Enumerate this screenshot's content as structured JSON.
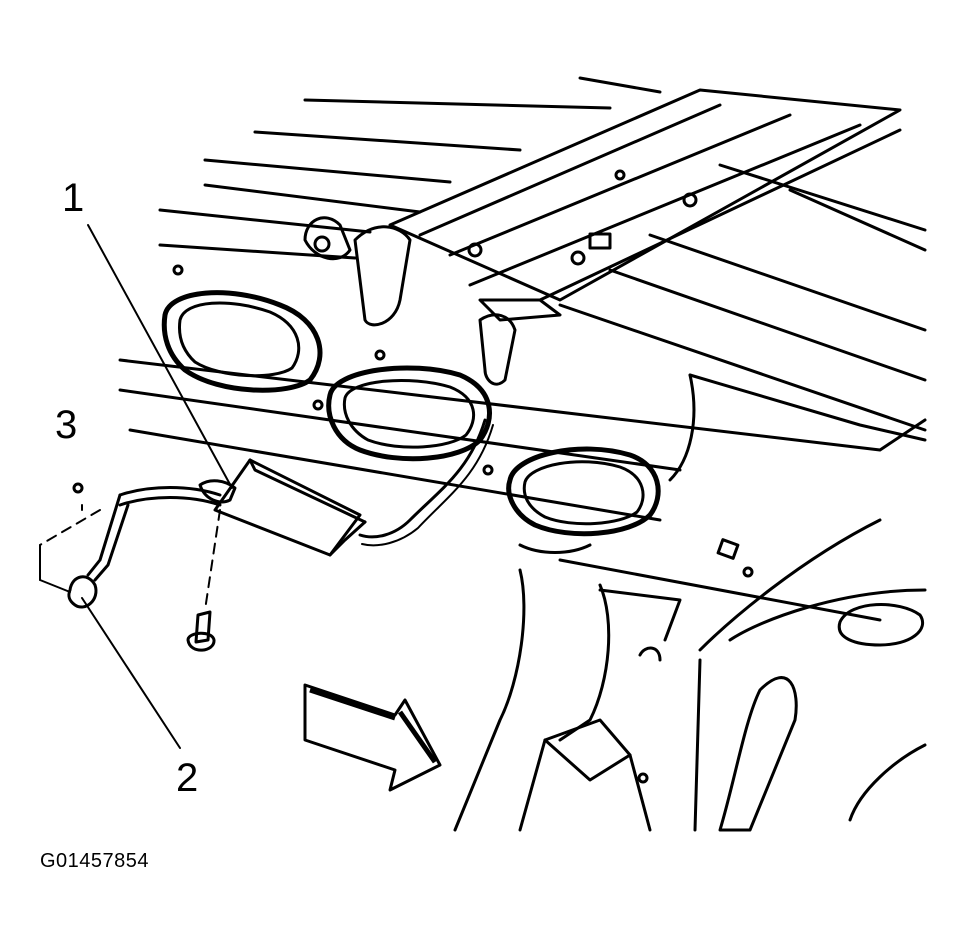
{
  "callouts": {
    "c1": "1",
    "c2": "2",
    "c3": "3"
  },
  "figure_id": "G01457854",
  "colors": {
    "ink": "#000000",
    "paper": "#ffffff"
  }
}
